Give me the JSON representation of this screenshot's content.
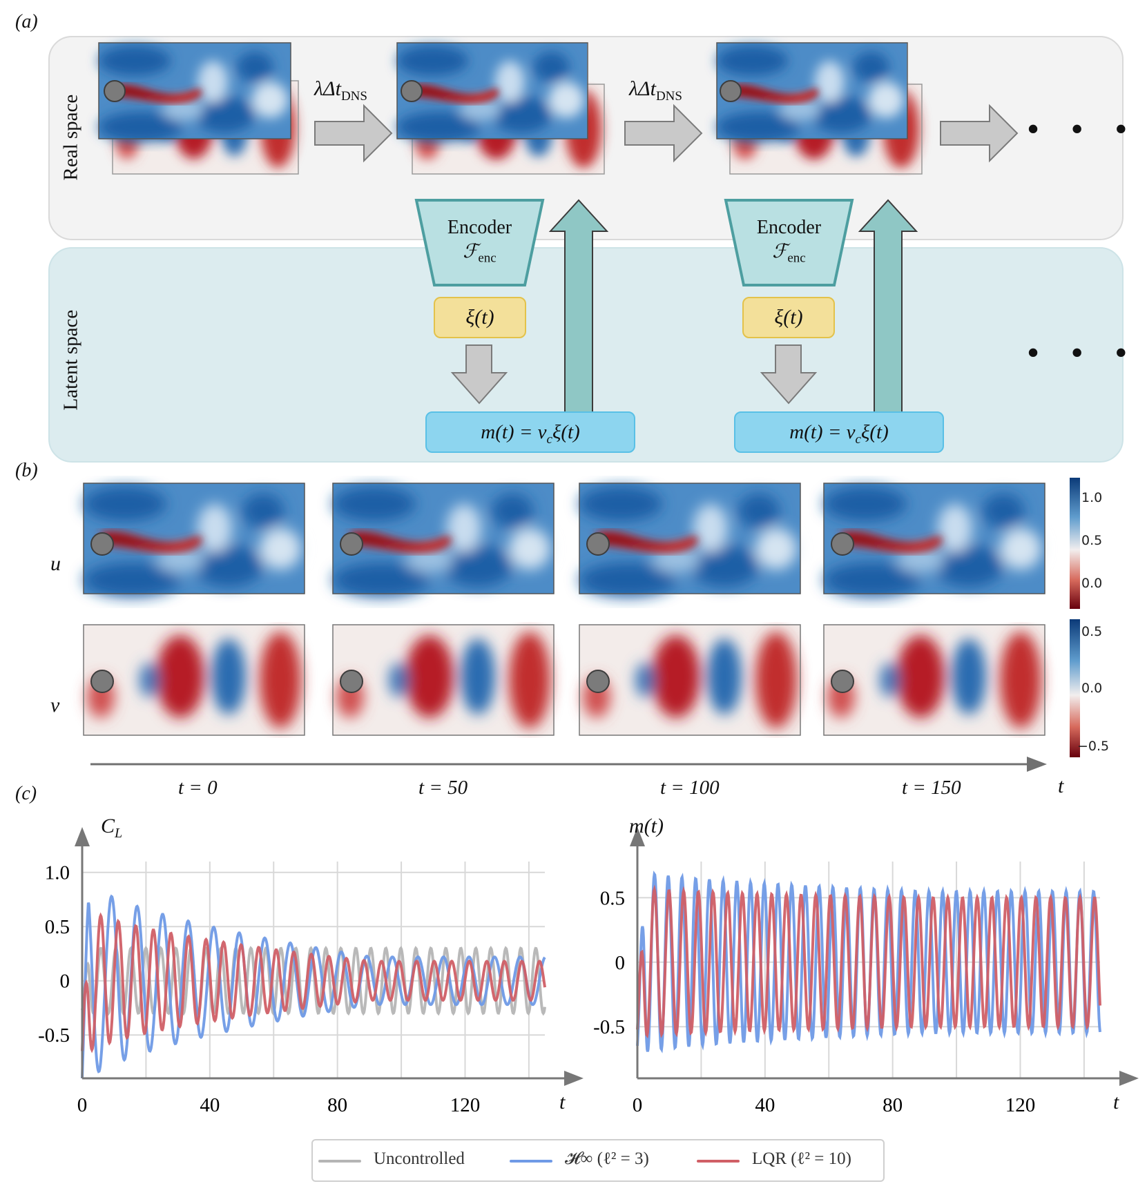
{
  "panel_labels": {
    "a": "a",
    "b": "b",
    "c": "c"
  },
  "panel_a": {
    "real_space_label": "Real space",
    "latent_space_label": "Latent space",
    "step_label": "λΔt",
    "step_subscript": "DNS",
    "encoder_title": "Encoder",
    "encoder_symbol": "ℱ",
    "encoder_subscript": "enc",
    "latent_variable": "ξ(t)",
    "actuation_formula": "m(t) = v",
    "actuation_sub": "c",
    "actuation_rest": "ξ(t)",
    "ellipsis": "• • •",
    "colors": {
      "encoder_fill": "#b9e0e2",
      "encoder_stroke": "#4d9ea0",
      "up_arrow_fill": "#8fc7c5",
      "gray_arrow": "#c9c9c9"
    }
  },
  "panel_b": {
    "row_labels": [
      "u",
      "v"
    ],
    "time_labels": [
      "t = 0",
      "t = 50",
      "t = 100",
      "t = 150"
    ],
    "axis_label": "t",
    "colorbar_u_ticks": [
      "1.0",
      "0.5",
      "0.0"
    ],
    "colorbar_v_ticks": [
      "0.5",
      "0.0",
      "−0.5"
    ],
    "colors": {
      "blue": "#1f5fa6",
      "red": "#a81622",
      "white": "#f4f4f4"
    }
  },
  "chart_data": [
    {
      "type": "line",
      "ylabel": "C",
      "ylabel_sub": "L",
      "xlabel": "t",
      "x_ticks": [
        "0",
        "40",
        "80",
        "120"
      ],
      "y_ticks": [
        "1.0",
        "0.5",
        "0",
        "-0.5"
      ],
      "xlim": [
        0,
        145
      ],
      "ylim": [
        -0.9,
        1.1
      ],
      "grid": true,
      "series": [
        {
          "name": "Uncontrolled",
          "color": "#b5b5b5",
          "period": 4.7,
          "amplitude_start": 0.3,
          "amplitude_end": 0.3,
          "offset": 0.0
        },
        {
          "name": "𝓗∞ (ℓ² = 3)",
          "color": "#6f9ae6",
          "period": 8.0,
          "amplitude_start": 1.0,
          "amplitude_end": 0.22,
          "offset": 0.0
        },
        {
          "name": "LQR (ℓ² = 10)",
          "color": "#d05f66",
          "period": 5.5,
          "amplitude_start": 0.72,
          "amplitude_end": 0.18,
          "offset": 0.0
        }
      ]
    },
    {
      "type": "line",
      "ylabel": "m(t)",
      "xlabel": "t",
      "x_ticks": [
        "0",
        "40",
        "80",
        "120"
      ],
      "y_ticks": [
        "0.5",
        "0",
        "-0.5"
      ],
      "xlim": [
        0,
        145
      ],
      "ylim": [
        -0.9,
        0.78
      ],
      "grid": true,
      "series": [
        {
          "name": "𝓗∞ (ℓ² = 3)",
          "color": "#6f9ae6",
          "period": 4.3,
          "amplitude_start": 0.72,
          "amplitude_end": 0.55,
          "offset": 0.0
        },
        {
          "name": "LQR (ℓ² = 10)",
          "color": "#d05f66",
          "period": 4.6,
          "amplitude_start": 0.58,
          "amplitude_end": 0.5,
          "offset": 0.0
        }
      ]
    }
  ],
  "legend": {
    "uncontrolled": "Uncontrolled",
    "hinf": "𝓗∞ (ℓ² = 3)",
    "lqr": "LQR (ℓ² = 10)"
  }
}
